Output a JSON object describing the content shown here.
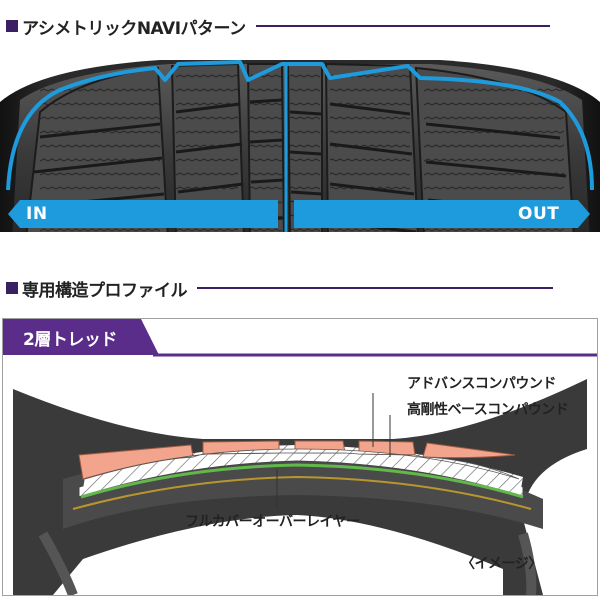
{
  "sections": {
    "pattern": {
      "title": "アシメトリックNAVIパターン"
    },
    "profile": {
      "title": "専用構造プロファイル"
    }
  },
  "tread_view": {
    "in_label": "IN",
    "out_label": "OUT",
    "outline_color": "#1e9bdc"
  },
  "profile_view": {
    "tab_label": "2層トレッド",
    "tab_color": "#5b2d8a",
    "callouts": {
      "advanced_compound": "アドバンスコンパウンド",
      "base_compound": "高剛性ベースコンパウンド",
      "cover_layer": "フルカバーオーバーレイヤー"
    },
    "image_note": "〈イメージ〉",
    "cap_color": "#f2a58c"
  },
  "accent_color": "#3a1f62"
}
